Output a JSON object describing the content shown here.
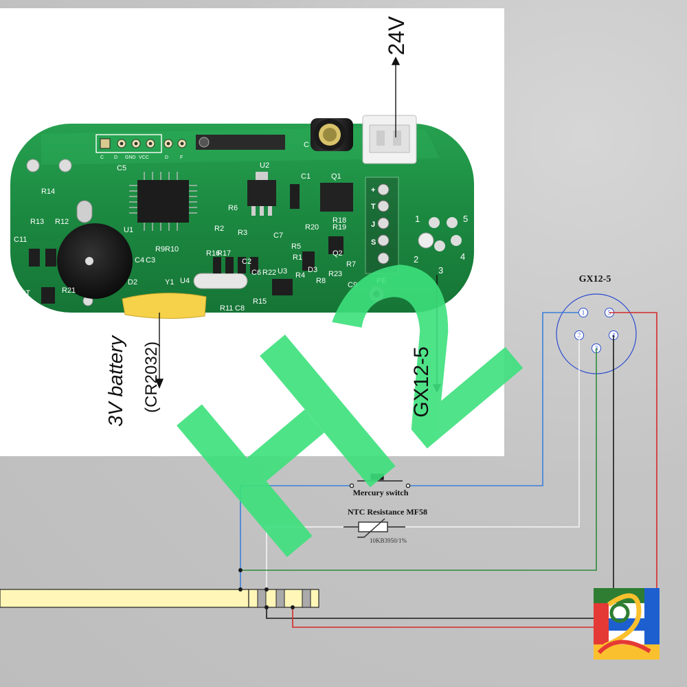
{
  "photo": {
    "label_24v": "24V",
    "label_battery": "3V battery",
    "label_battery_model": "(CR2032)",
    "label_connector": "GX12-5",
    "silk": {
      "header": [
        "C",
        "D",
        "GND",
        "VCC",
        "D",
        "F"
      ],
      "pin_numbers": [
        "1",
        "5",
        "2",
        "4",
        "3"
      ],
      "pin_letters": [
        "+",
        "T",
        "J",
        "S",
        "PE"
      ],
      "designators": [
        "C5",
        "R14",
        "R13",
        "R12",
        "C11",
        "U1",
        "R10",
        "R9",
        "C3",
        "C4",
        "D2",
        "BT",
        "R21",
        "U4",
        "R16",
        "R17",
        "C2",
        "R22",
        "C6",
        "R15",
        "R11",
        "C8",
        "U2",
        "C1",
        "Q1",
        "R6",
        "R3",
        "C7",
        "R2",
        "R20",
        "R5",
        "R1",
        "R18",
        "R19",
        "Q2",
        "R7",
        "R23",
        "C9",
        "R8",
        "R4",
        "D3",
        "U3",
        "Y1",
        "C"
      ]
    }
  },
  "watermark": {
    "text": "H2",
    "color": "#3de07c"
  },
  "diagram": {
    "connector_title": "GX12-5",
    "connector_pins": [
      "1",
      "5",
      "2",
      "4",
      "3"
    ],
    "mercury_label": "Mercury switch",
    "ntc_label": "NTC Resistance MF58",
    "ntc_spec": "10KB3950/1%"
  },
  "colors": {
    "wire_blue": "#3b7fd9",
    "wire_white": "#f4f4f4",
    "wire_green": "#2e8b3a",
    "wire_black": "#1a1a1a",
    "wire_red": "#d62828",
    "pcb_green": "#1f8a45",
    "probe_yellow": "#fff6b8"
  }
}
